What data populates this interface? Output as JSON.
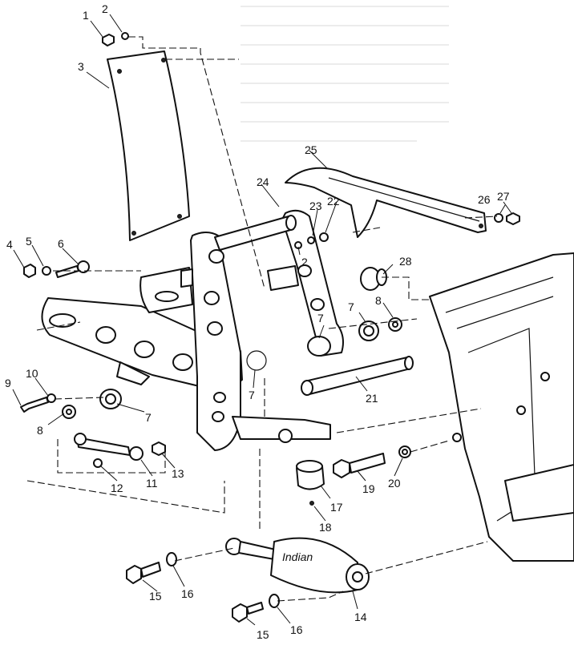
{
  "callouts": [
    {
      "id": "c1",
      "label": "1"
    },
    {
      "id": "c2a",
      "label": "2"
    },
    {
      "id": "c2b",
      "label": "2"
    },
    {
      "id": "c3",
      "label": "3"
    },
    {
      "id": "c4",
      "label": "4"
    },
    {
      "id": "c5",
      "label": "5"
    },
    {
      "id": "c6",
      "label": "6"
    },
    {
      "id": "c7a",
      "label": "7"
    },
    {
      "id": "c7b",
      "label": "7"
    },
    {
      "id": "c7c",
      "label": "7"
    },
    {
      "id": "c7d",
      "label": "7"
    },
    {
      "id": "c8a",
      "label": "8"
    },
    {
      "id": "c8b",
      "label": "8"
    },
    {
      "id": "c9",
      "label": "9"
    },
    {
      "id": "c10",
      "label": "10"
    },
    {
      "id": "c11",
      "label": "11"
    },
    {
      "id": "c12",
      "label": "12"
    },
    {
      "id": "c13",
      "label": "13"
    },
    {
      "id": "c14",
      "label": "14"
    },
    {
      "id": "c15a",
      "label": "15"
    },
    {
      "id": "c15b",
      "label": "15"
    },
    {
      "id": "c16a",
      "label": "16"
    },
    {
      "id": "c16b",
      "label": "16"
    },
    {
      "id": "c17",
      "label": "17"
    },
    {
      "id": "c18",
      "label": "18"
    },
    {
      "id": "c19",
      "label": "19"
    },
    {
      "id": "c20",
      "label": "20"
    },
    {
      "id": "c21",
      "label": "21"
    },
    {
      "id": "c22",
      "label": "22"
    },
    {
      "id": "c23",
      "label": "23"
    },
    {
      "id": "c24",
      "label": "24"
    },
    {
      "id": "c25",
      "label": "25"
    },
    {
      "id": "c26",
      "label": "26"
    },
    {
      "id": "c27",
      "label": "27"
    },
    {
      "id": "c28",
      "label": "28"
    }
  ],
  "shock_logo_text": "Indian"
}
